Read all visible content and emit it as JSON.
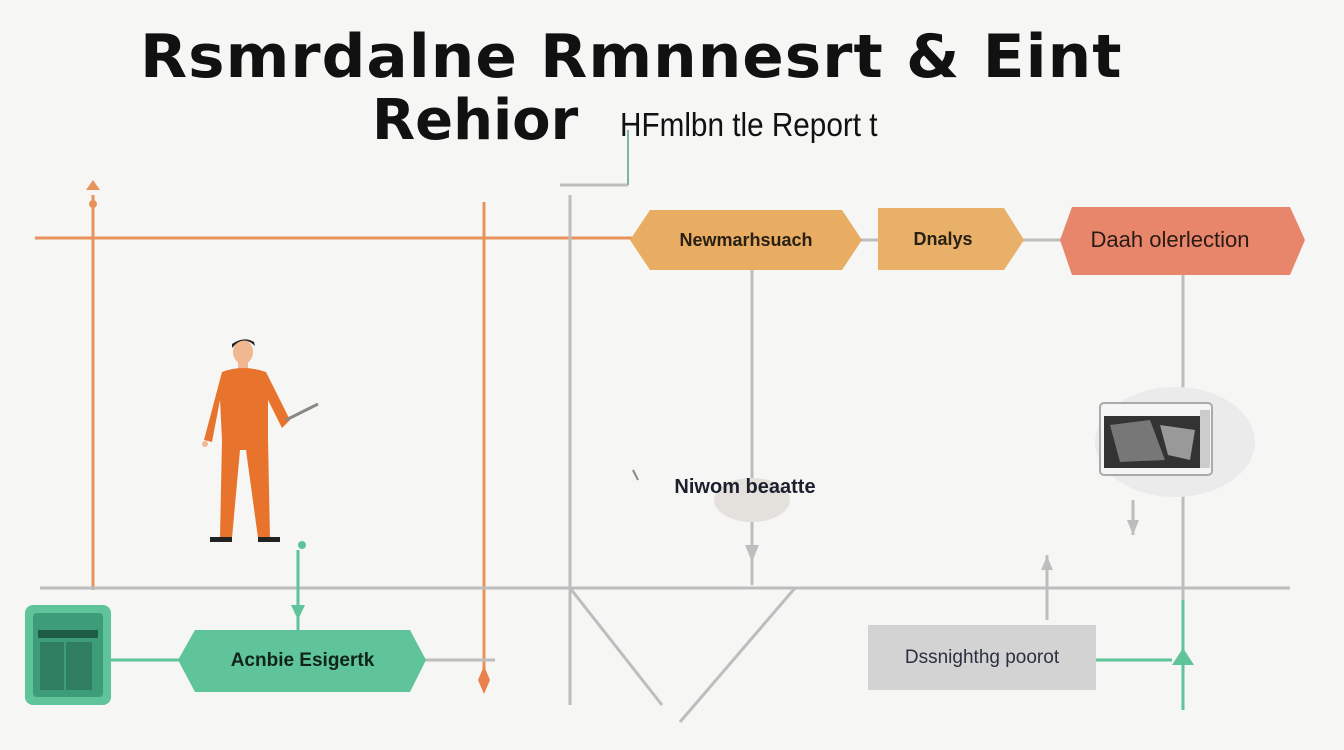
{
  "title": {
    "line1": "Rsmrdalne Rmnnesrt & Eint",
    "line2_bold": "Rehior",
    "line2_regular": "HFmlbn tle Report t"
  },
  "nodes": {
    "research": "Newmarhsuach",
    "analysis": "Dnalys",
    "data_collection": "Daah olerlection",
    "middle_note": "Niwom beaatte",
    "green_step": "Acnbie Esigertk",
    "designing_report": "Dssnighthg poorot"
  },
  "colors": {
    "orange": "#e8824a",
    "amber": "#e8ac62",
    "salmon": "#e8866c",
    "teal": "#5fc49a",
    "gray": "#b9b9b9"
  }
}
